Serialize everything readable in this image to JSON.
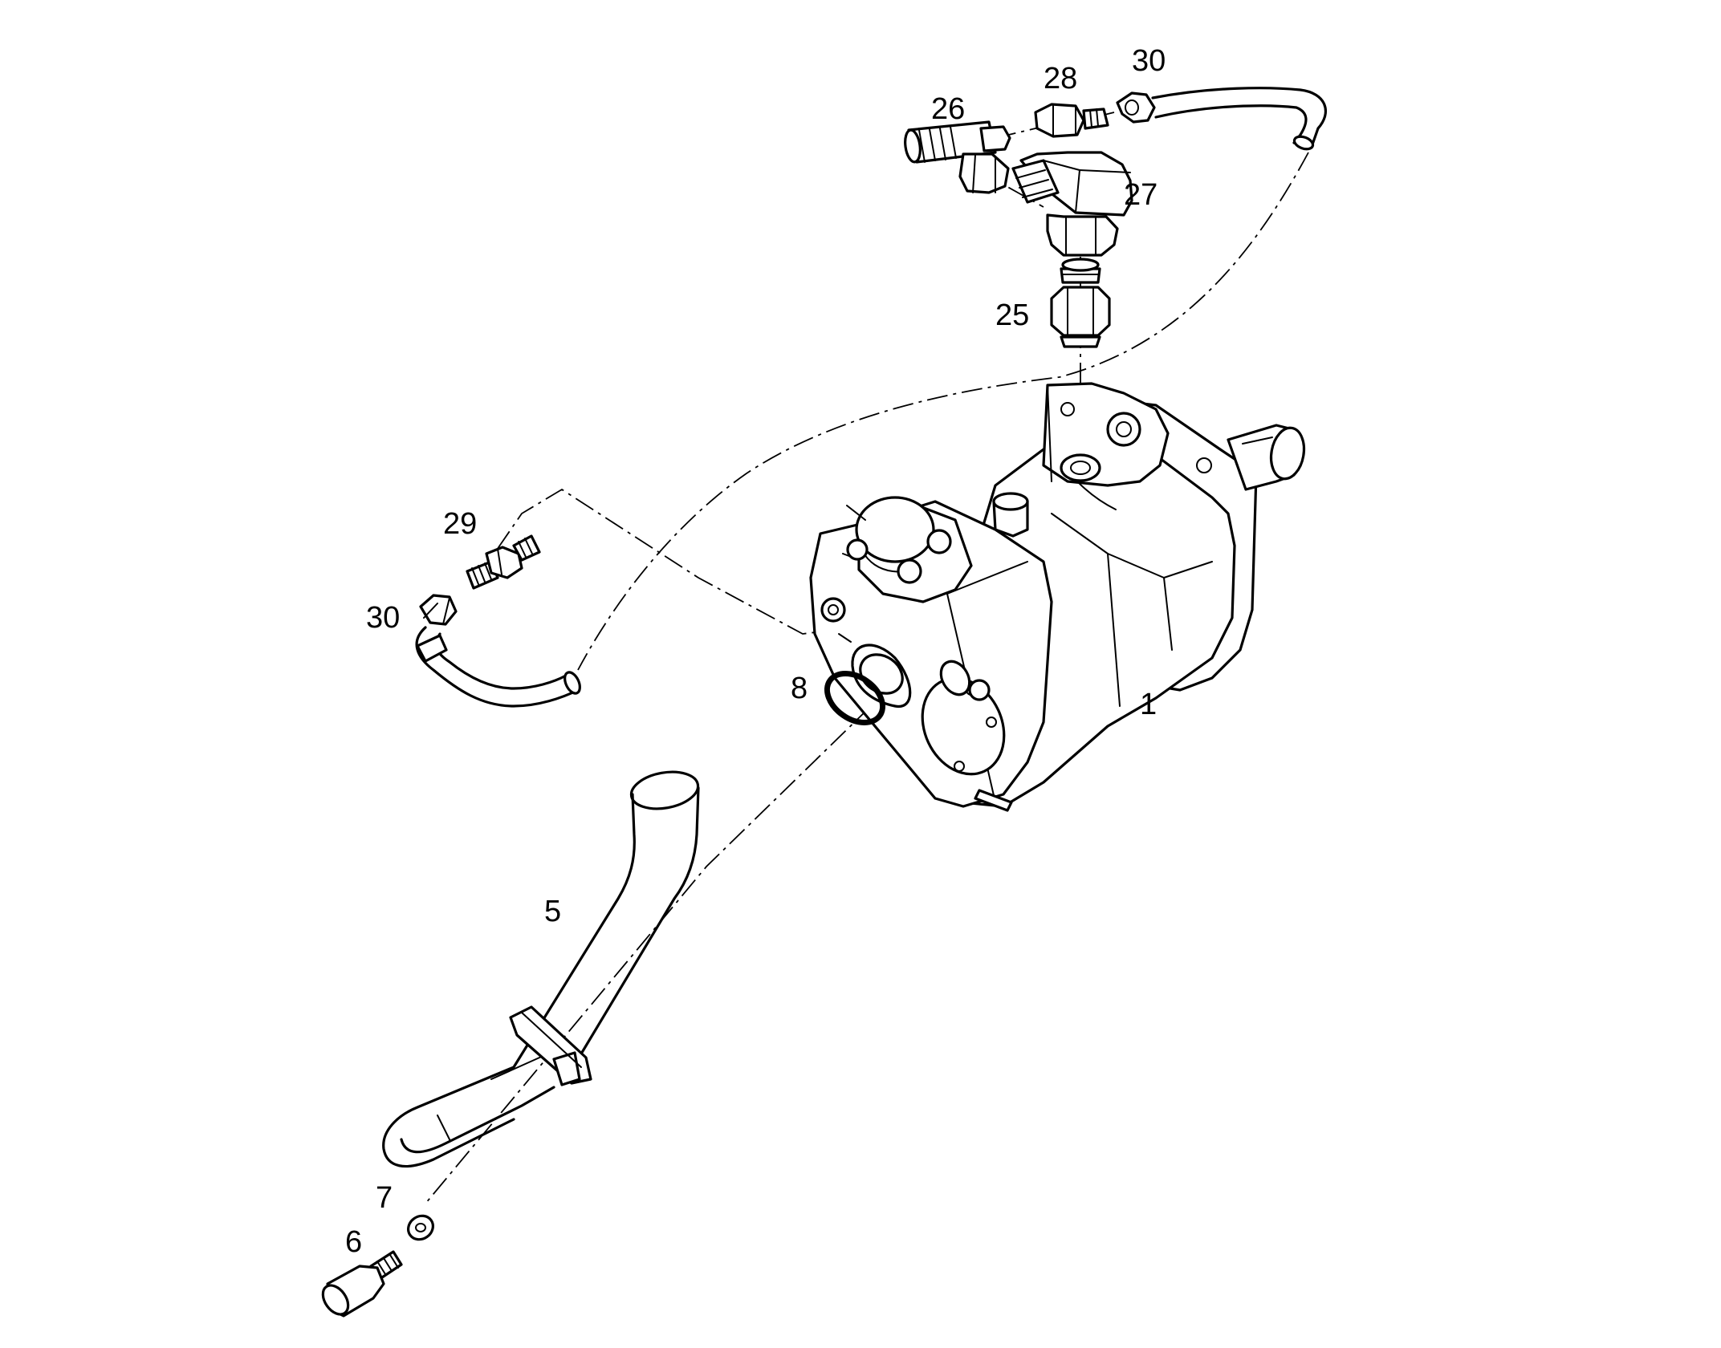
{
  "labels": {
    "p1": "1",
    "p5": "5",
    "p6": "6",
    "p7": "7",
    "p8": "8",
    "p25": "25",
    "p26": "26",
    "p27": "27",
    "p28": "28",
    "p29": "29",
    "p30_upper": "30",
    "p30_lower": "30"
  },
  "colors": {
    "line": "#000000",
    "background": "#ffffff"
  }
}
